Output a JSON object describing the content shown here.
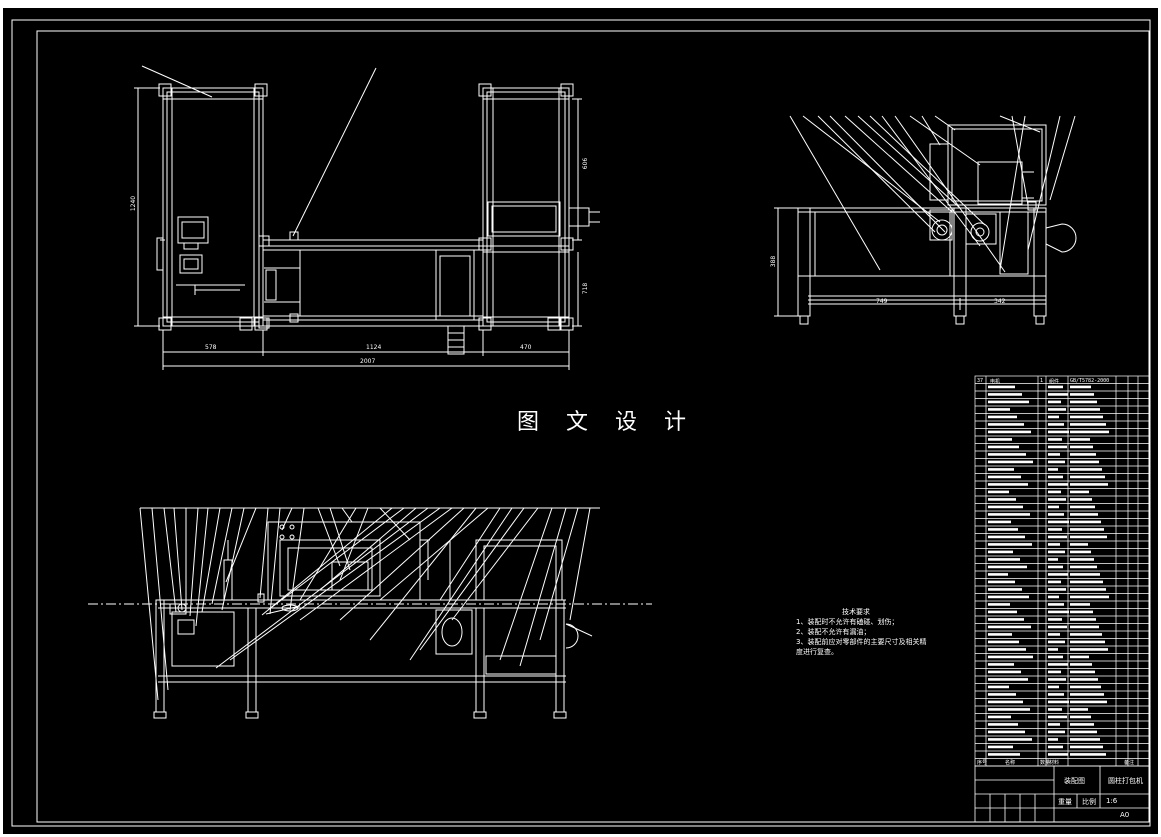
{
  "watermark": "图 文 设 计",
  "technical_notes": {
    "title": "技术要求",
    "lines": [
      "1、装配时不允许有磕碰、划伤；",
      "2、装配不允许有漏油；",
      "3、装配前应对零部件的主要尺寸及相关精",
      "度进行复查。"
    ]
  },
  "title_block": {
    "drawing_name": "装配图",
    "product_name": "圆柱打包机",
    "size": "A0",
    "scale_label": "比例",
    "scale_value": "1:6",
    "weight_label": "重量"
  },
  "dimensions": {
    "top_view": [
      "1240",
      "578",
      "1124",
      "470",
      "2007",
      "606",
      "718"
    ],
    "side_view": [
      "388",
      "749",
      "342"
    ]
  },
  "bom": {
    "first_row": [
      "37",
      "电机",
      "1",
      "组件",
      "GB/T5782-2000"
    ],
    "header_row": [
      "序号",
      "名称",
      "数量",
      "材料",
      "备注"
    ]
  },
  "colors": {
    "background": "#000000",
    "frame": "#ffffff",
    "lines": "#ffffff"
  }
}
